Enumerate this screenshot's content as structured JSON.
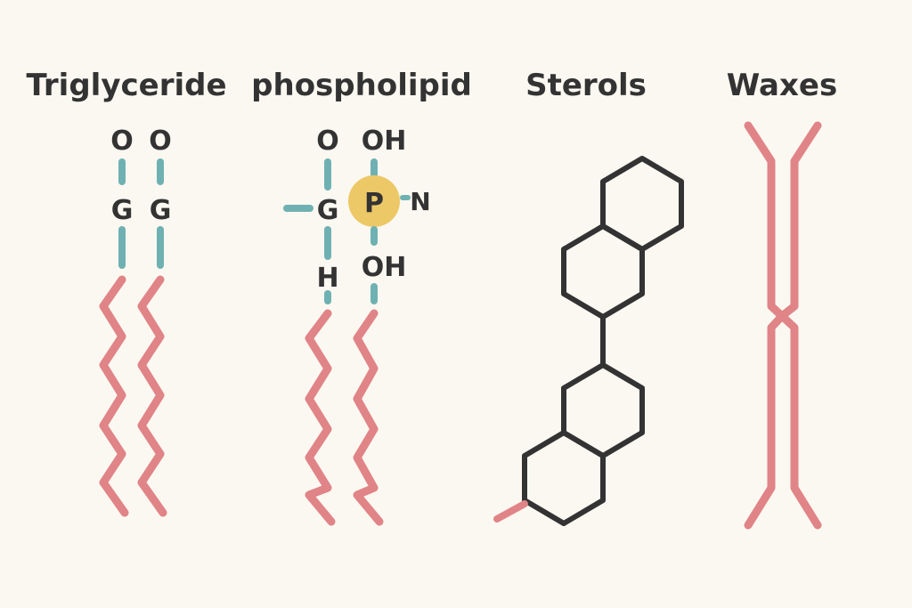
{
  "colors": {
    "background": "#fbf8f1",
    "text": "#333333",
    "bond_teal": "#6fb1b2",
    "chain_red": "#e08487",
    "ring_dark": "#333333",
    "phosphate_yellow": "#edc866"
  },
  "triglyceride": {
    "title": "Triglyceride",
    "atoms": [
      "O",
      "O",
      "G",
      "G"
    ]
  },
  "phospholipid": {
    "title": "phospholipid",
    "atoms": [
      "O",
      "OH",
      "G",
      "P",
      "N",
      "H",
      "OH"
    ]
  },
  "sterols": {
    "title": "Sterols"
  },
  "waxes": {
    "title": "Waxes"
  }
}
